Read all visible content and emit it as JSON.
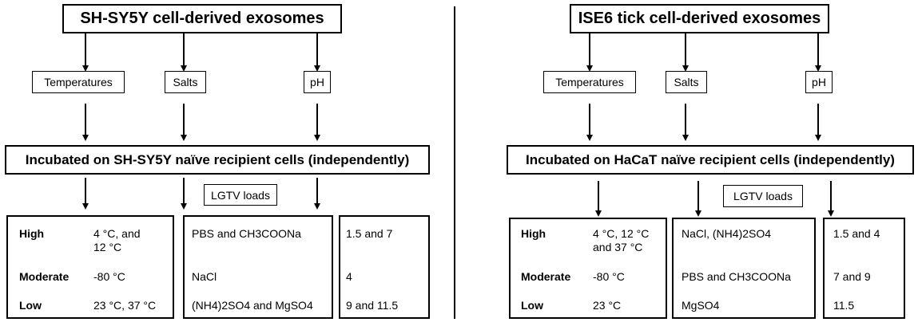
{
  "left": {
    "title": "SH-SY5Y cell-derived exosomes",
    "conditions": [
      "Temperatures",
      "Salts",
      "pH"
    ],
    "incubation": "Incubated on SH-SY5Y naïve recipient cells (independently)",
    "loads_label": "LGTV loads",
    "levels": [
      "High",
      "Moderate",
      "Low"
    ],
    "temperatures": [
      "4 °C, and\n12 °C",
      "-80 °C",
      "23 °C, 37 °C"
    ],
    "salts": [
      "PBS and CH3COONa",
      "NaCl",
      "(NH4)2SO4 and MgSO4"
    ],
    "ph": [
      "1.5 and 7",
      "4",
      "9 and 11.5"
    ]
  },
  "right": {
    "title": "ISE6 tick cell-derived exosomes",
    "conditions": [
      "Temperatures",
      "Salts",
      "pH"
    ],
    "incubation": "Incubated on HaCaT naïve recipient cells (independently)",
    "loads_label": "LGTV loads",
    "levels": [
      "High",
      "Moderate",
      "Low"
    ],
    "temperatures": [
      "4 °C, 12 °C\nand 37 °C",
      "-80 °C",
      "23 °C"
    ],
    "salts": [
      "NaCl, (NH4)2SO4",
      "PBS and CH3COONa",
      "MgSO4"
    ],
    "ph": [
      "1.5 and 4",
      "7 and 9",
      "11.5"
    ]
  }
}
